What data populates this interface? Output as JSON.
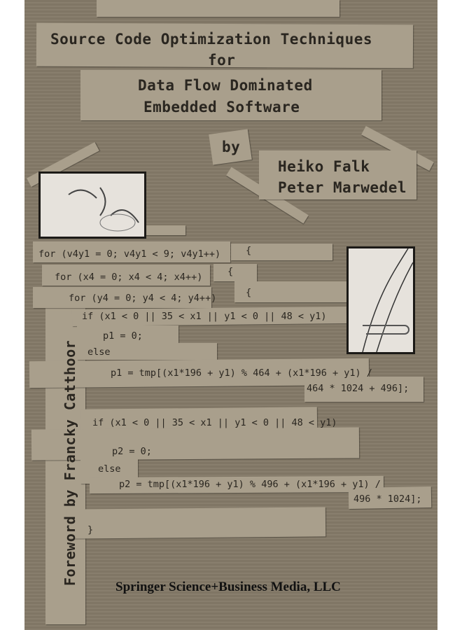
{
  "cover": {
    "title_line1": "Source Code Optimization Techniques",
    "title_line2": "for",
    "title_line3": "Data Flow Dominated",
    "title_line4": "Embedded Software",
    "by": "by",
    "authors": [
      "Heiko Falk",
      "Peter Marwedel"
    ],
    "foreword": "Foreword by Francky Catthoor",
    "publisher": "Springer Science+Business Media, LLC",
    "code_lines": [
      "for (v4y1 = 0; v4y1 < 9; v4y1++)",
      "{",
      "for (x4 = 0; x4 < 4; x4++)",
      "{",
      "for (y4 = 0; y4 < 4; y4++)",
      "{",
      "if (x1 < 0 || 35 < x1 || y1 < 0 || 48 < y1)",
      "p1 = 0;",
      "else",
      "p1 = tmp[(x1*196 + y1) % 464 + (x1*196 + y1) /",
      "464 * 1024 + 496];",
      "if (x1 < 0 || 35 < x1 || y1 < 0 || 48 < y1)",
      "p2 = 0;",
      "else",
      "p2 = tmp[(x1*196 + y1) % 496 + (x1*196 + y1) /",
      "496 * 1024];",
      "}"
    ],
    "colors": {
      "background": "#847a68",
      "paper": "#a99f8c",
      "ink": "#2a2620"
    }
  }
}
